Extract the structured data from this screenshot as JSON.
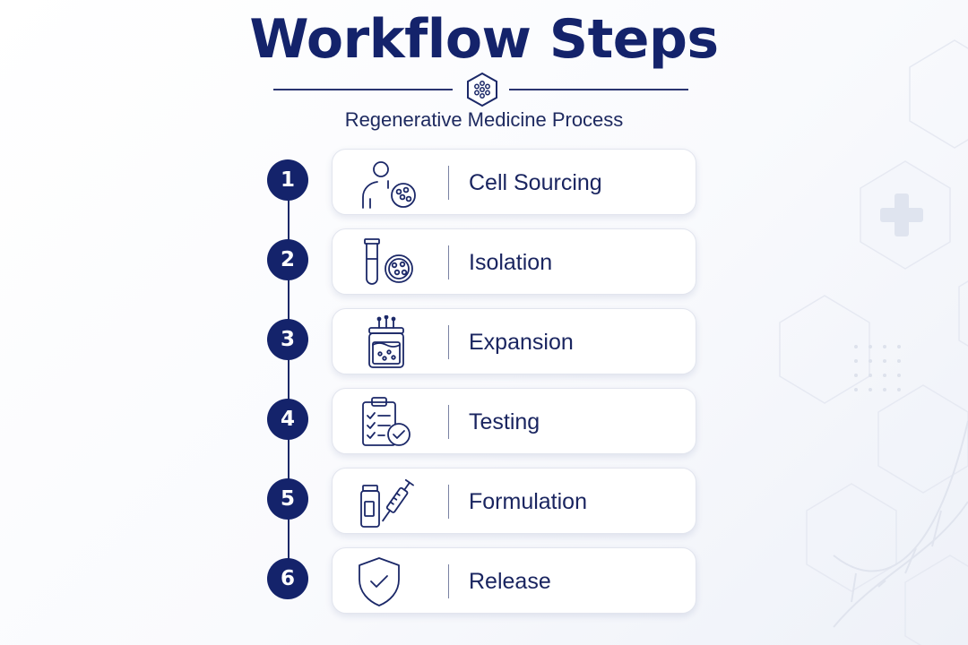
{
  "header": {
    "title": "Workflow Steps",
    "subtitle": "Regenerative Medicine Process"
  },
  "colors": {
    "primary": "#14236b",
    "card_background": "#ffffff",
    "text": "#1a2560"
  },
  "steps": [
    {
      "number": "1",
      "label": "Cell Sourcing",
      "icon": "person-cell-icon"
    },
    {
      "number": "2",
      "label": "Isolation",
      "icon": "test-tube-petri-icon"
    },
    {
      "number": "3",
      "label": "Expansion",
      "icon": "bioreactor-icon"
    },
    {
      "number": "4",
      "label": "Testing",
      "icon": "clipboard-check-icon"
    },
    {
      "number": "5",
      "label": "Formulation",
      "icon": "vial-syringe-icon"
    },
    {
      "number": "6",
      "label": "Release",
      "icon": "shield-check-icon"
    }
  ]
}
